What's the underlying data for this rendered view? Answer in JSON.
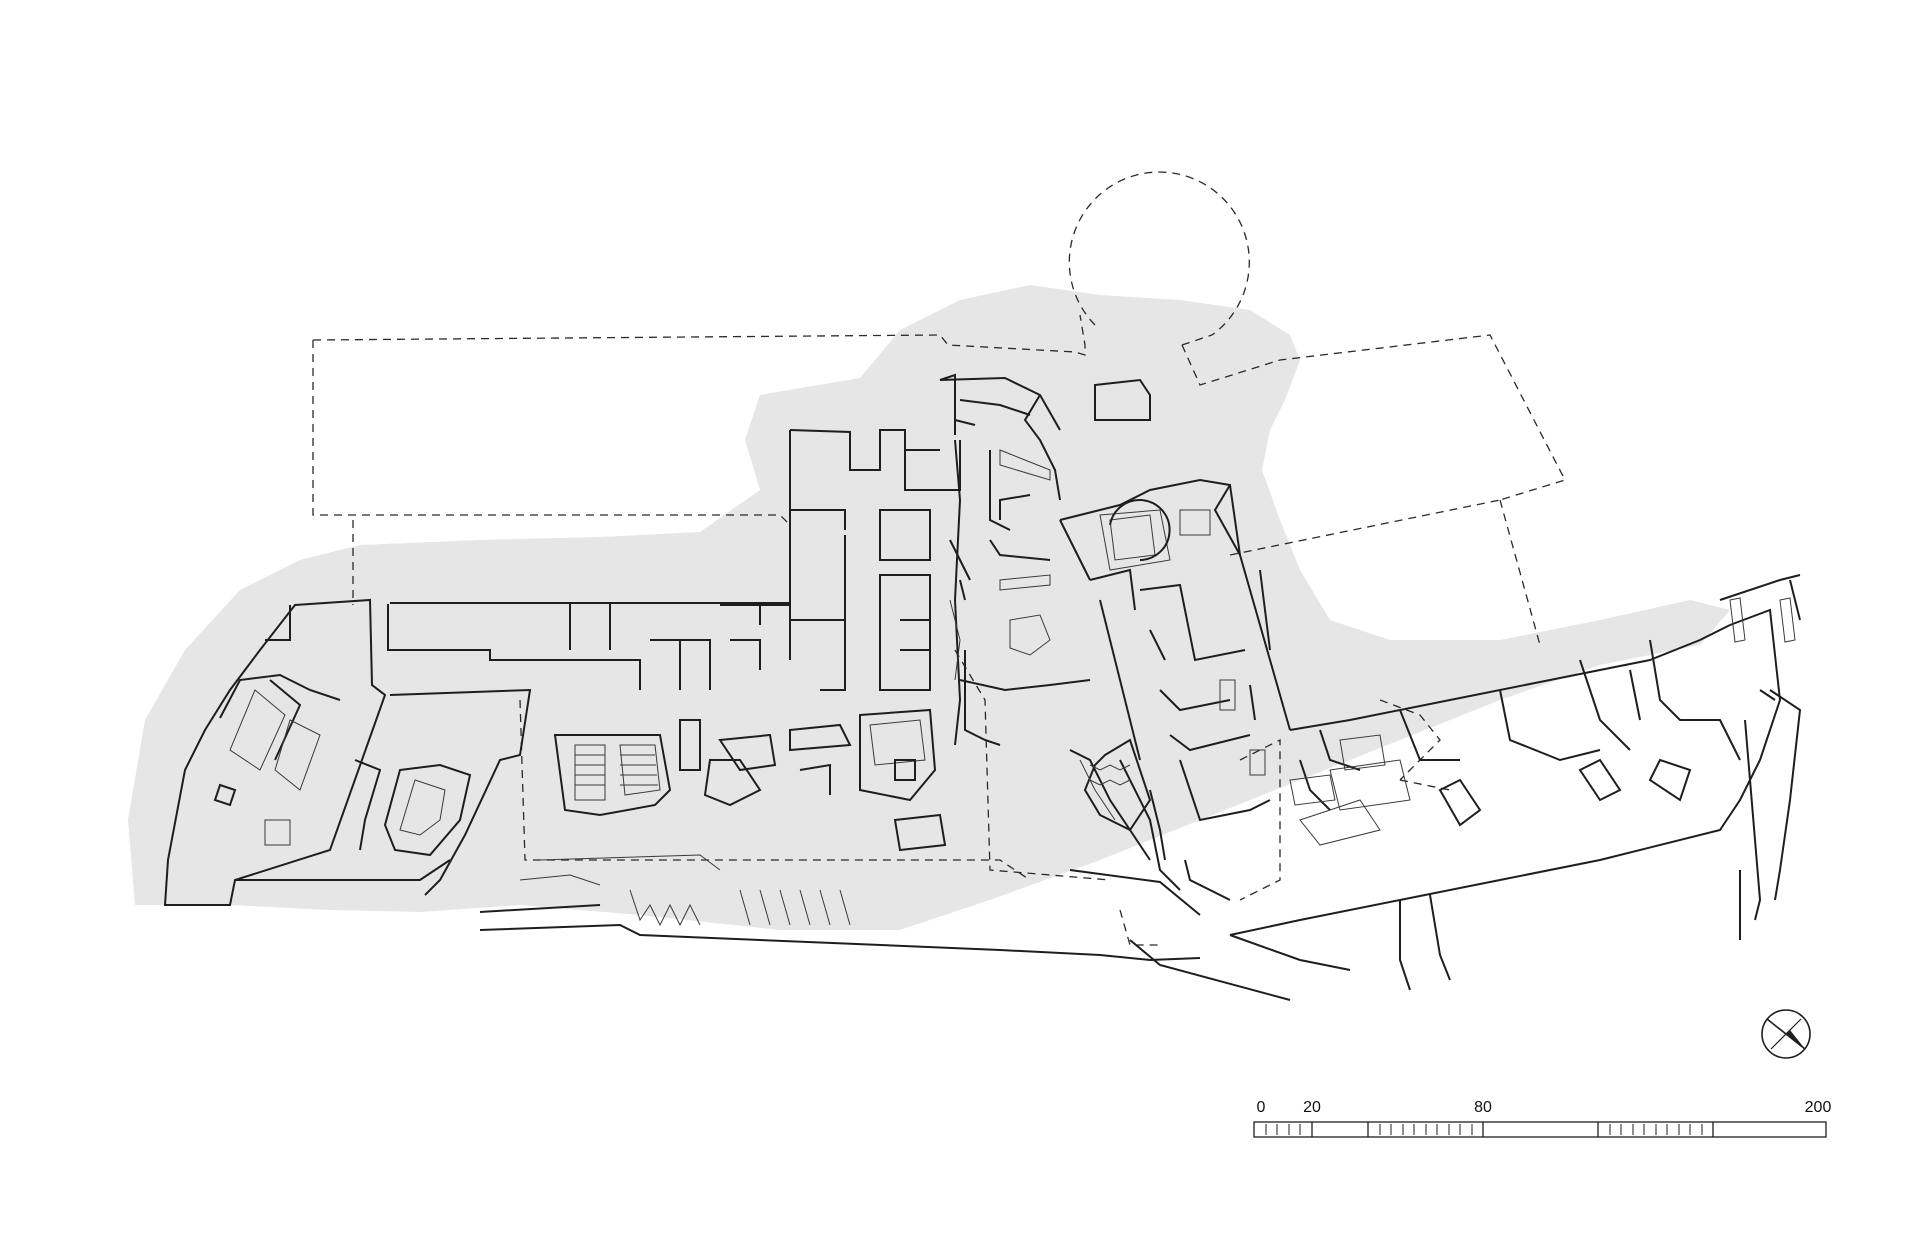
{
  "scale_bar": {
    "labels": [
      "0",
      "20",
      "80",
      "200"
    ]
  },
  "colors": {
    "background": "#ffffff",
    "site_shading": "#e6e6e6",
    "linework": "#1e1e1e"
  },
  "icons": {
    "north_arrow": "north-arrow-icon"
  }
}
